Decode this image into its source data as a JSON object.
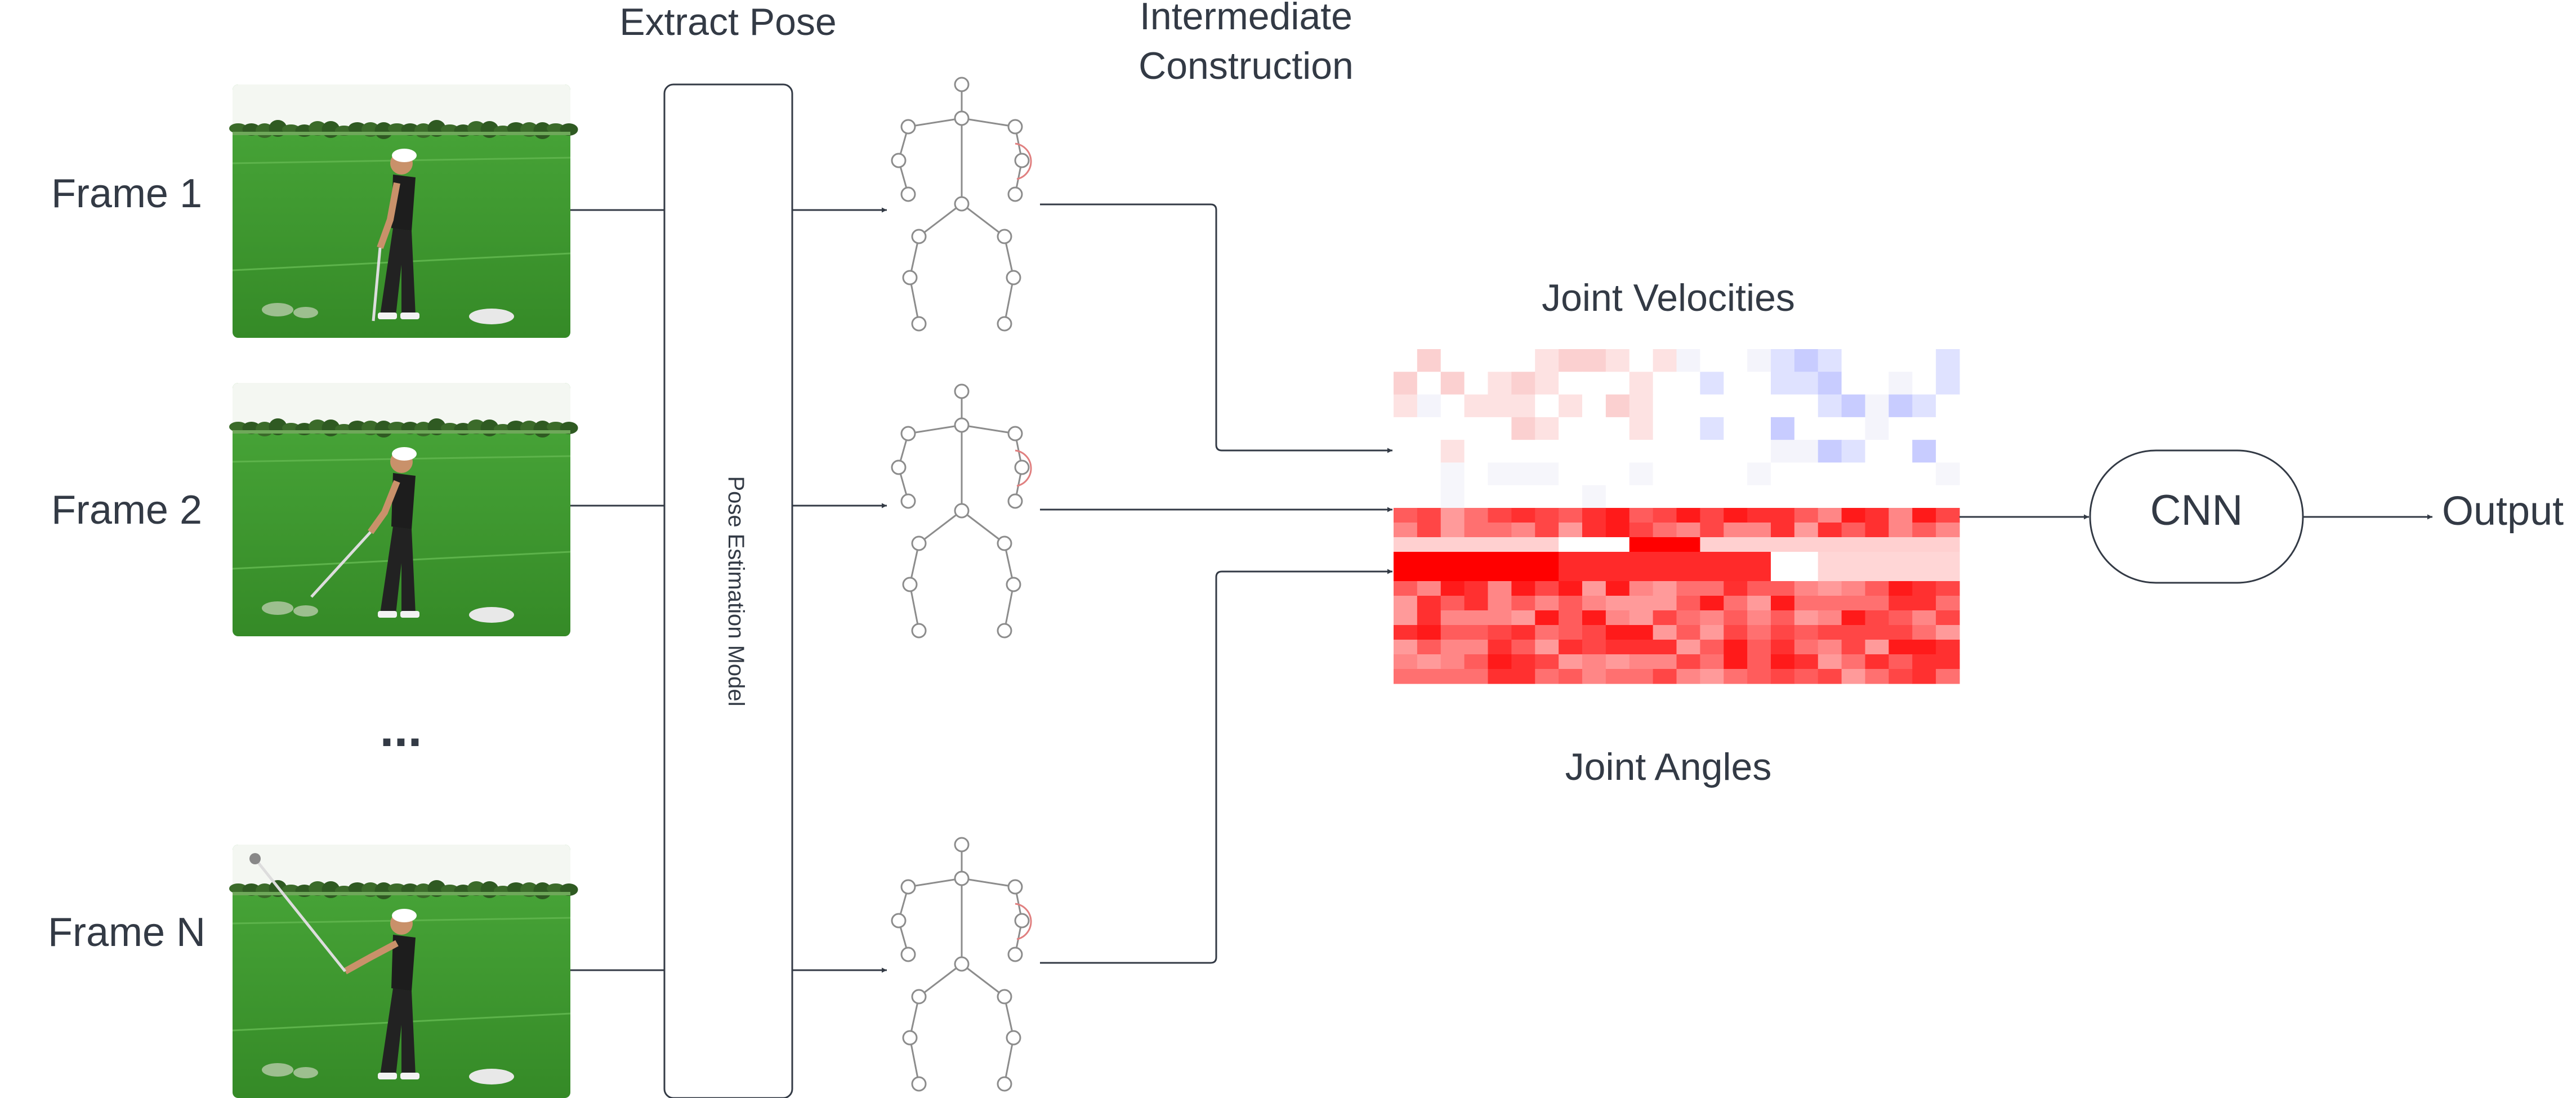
{
  "frames": [
    {
      "label": "Frame 1"
    },
    {
      "label": "Frame 2"
    },
    {
      "label": "Frame N"
    }
  ],
  "ellipsis": "...",
  "headers": {
    "extract_pose": "Extract Pose",
    "intermediate_line1": "Intermediate",
    "intermediate_line2": "Construction"
  },
  "model_label": "Pose Estimation Model",
  "matrix": {
    "velocities_label": "Joint Velocities",
    "angles_label": "Joint Angles"
  },
  "cnn_label": "CNN",
  "output_label": "Output",
  "colors": {
    "line": "#333a45",
    "skeleton": "#8c8c8c",
    "grass": "#3f9a30",
    "sky": "#f4f7f2",
    "heat_red": "#ff2020",
    "heat_blue": "#c8ccff"
  }
}
